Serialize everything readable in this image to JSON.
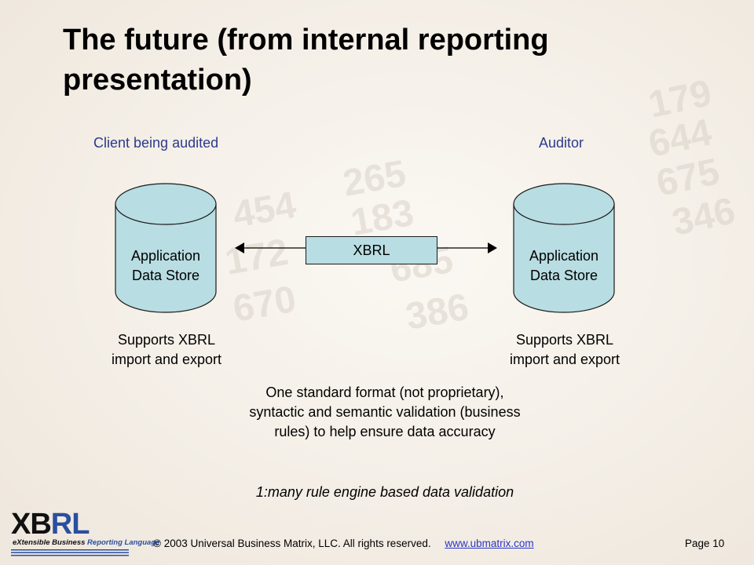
{
  "slide": {
    "title": "The future (from internal reporting presentation)"
  },
  "diagram": {
    "left_role": "Client being audited",
    "right_role": "Auditor",
    "left_store": {
      "line1": "Application",
      "line2": "Data Store"
    },
    "right_store": {
      "line1": "Application",
      "line2": "Data Store"
    },
    "connector_label": "XBRL",
    "left_support": {
      "line1": "Supports XBRL",
      "line2": "import and export"
    },
    "right_support": {
      "line1": "Supports XBRL",
      "line2": "import and export"
    },
    "standard_text": {
      "line1": "One standard format (not proprietary),",
      "line2": "syntactic and semantic validation (business",
      "line3": "rules) to help ensure data accuracy"
    },
    "engine_text": "1:many rule engine based data validation"
  },
  "footer": {
    "logo_word_a": "XB",
    "logo_word_b": "RL",
    "logo_tagline_a": "eXtensible Business ",
    "logo_tagline_b": "Reporting Language",
    "copyright": "© 2003 Universal Business Matrix, LLC.  All rights reserved.",
    "link": "www.ubmatrix.com",
    "page": "Page 10"
  },
  "colors": {
    "cylinder_fill": "#b8dde2",
    "role_text": "#2c3a8c",
    "link": "#2a35c4",
    "logo_blue": "#2a4fa0"
  }
}
